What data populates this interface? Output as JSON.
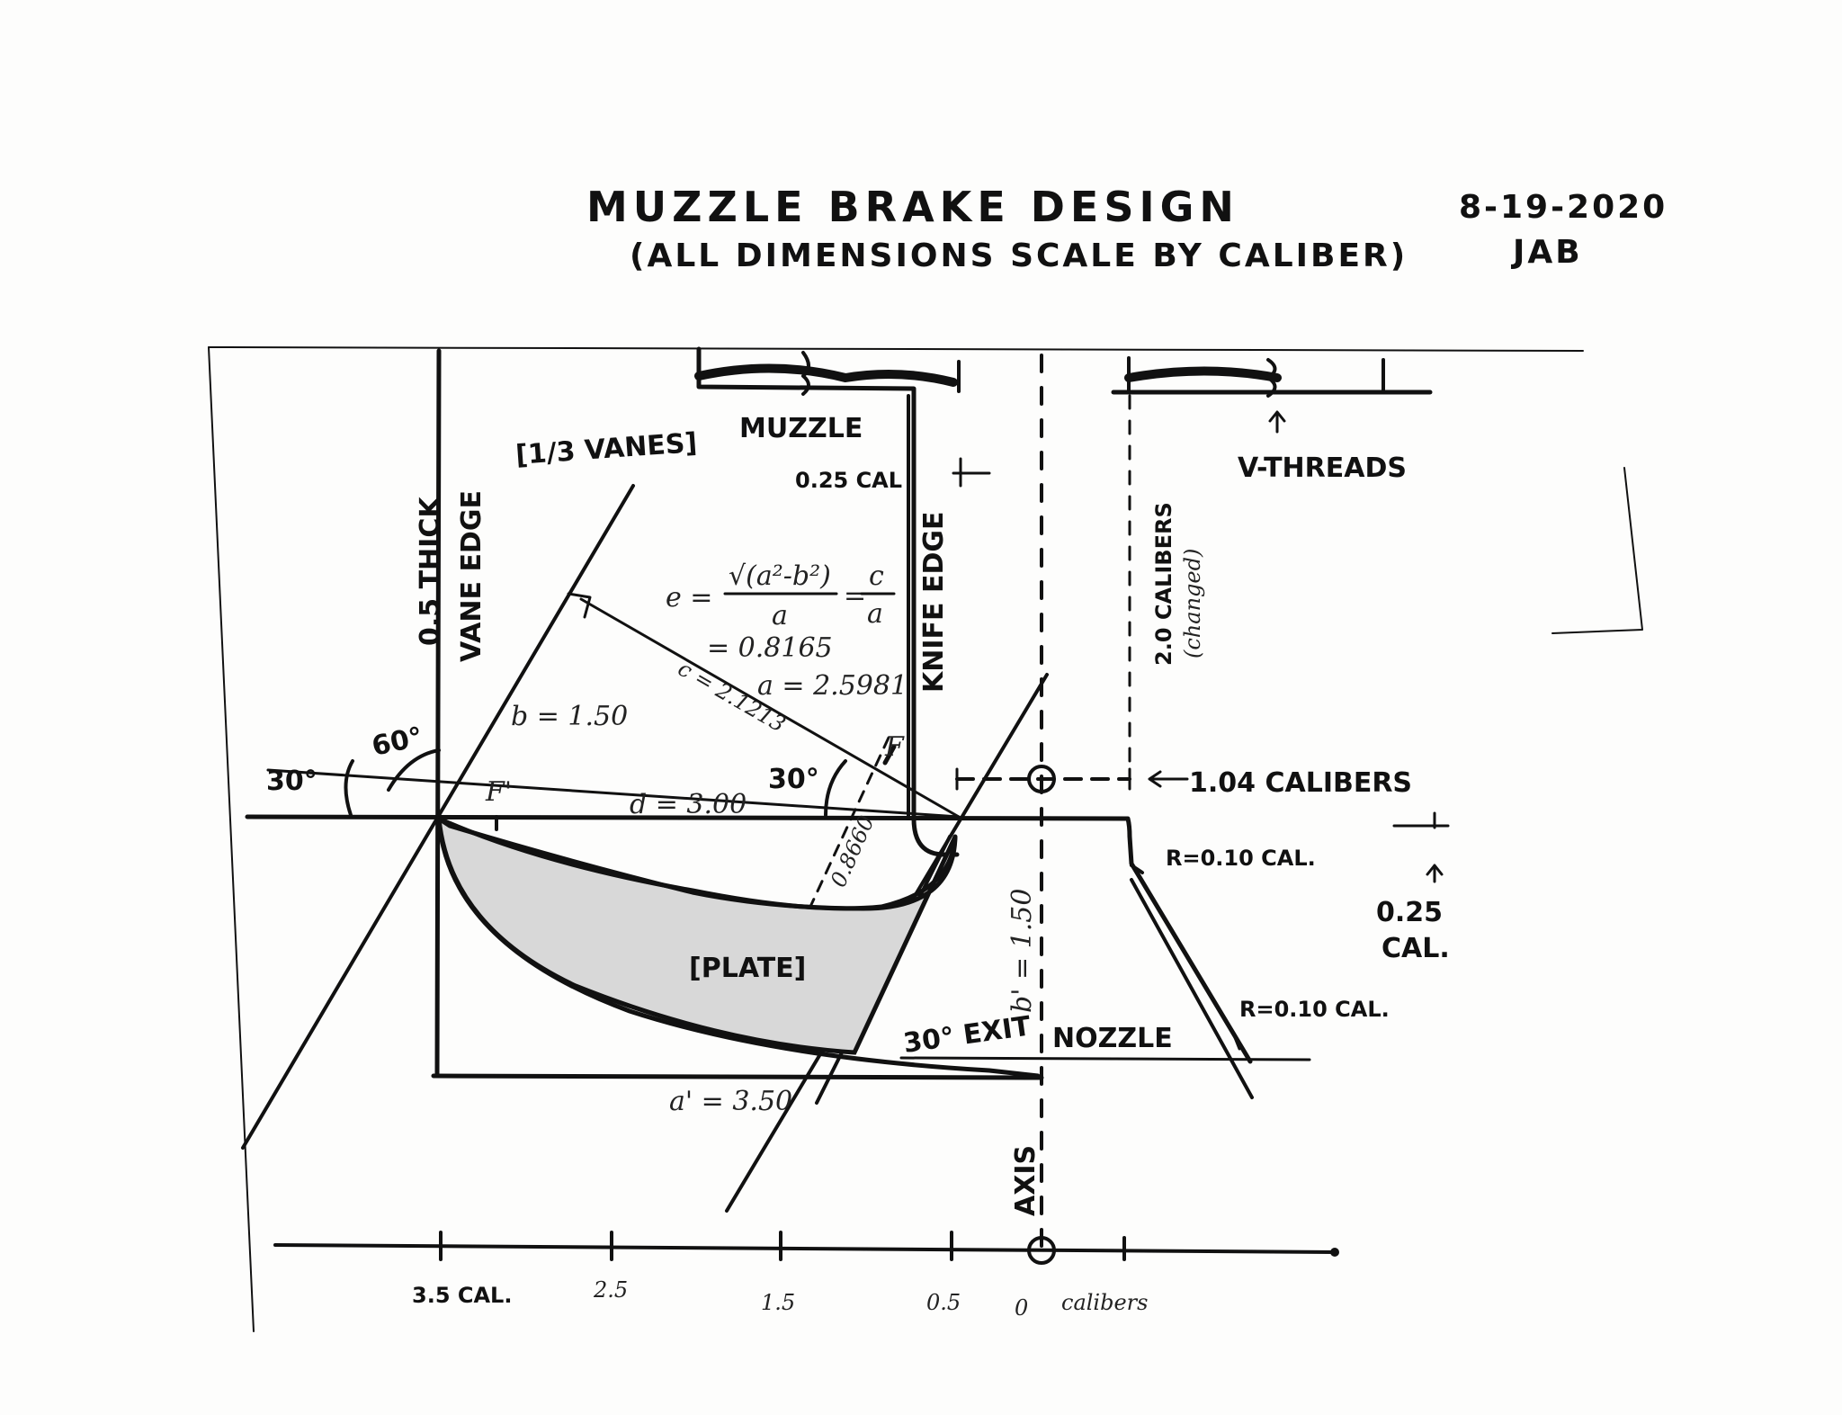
{
  "header": {
    "title": "MUZZLE BRAKE DESIGN",
    "subtitle": "(ALL DIMENSIONS SCALE BY CALIBER)",
    "date": "8-19-2020",
    "initials": "JAB"
  },
  "labels": {
    "vanes": "[1/3 VANES]",
    "muzzle": "MUZZLE",
    "thick": "0.5 THICK",
    "vane_edge": "VANE EDGE",
    "cal025": "0.25 CAL",
    "knife_edge": "KNIFE EDGE",
    "calibers_2": "2.0 CALIBERS",
    "changed": "(changed)",
    "v_threads": "V-THREADS",
    "calibers_104": "1.04 CALIBERS",
    "r_top": "R=0.10 CAL.",
    "cal025_right_1": "0.25",
    "cal025_right_2": "CAL.",
    "r_bottom": "R=0.10 CAL.",
    "nozzle": "NOZZLE",
    "exit": "30° EXIT",
    "plate": "[PLATE]",
    "axis": "AXIS",
    "f_prime": "F'",
    "f": "F"
  },
  "math": {
    "ecc_e": "e =",
    "ecc_root": "√(a²-b²)",
    "ecc_den": "a",
    "ecc_eq": "=",
    "ecc_c": "c",
    "ecc_a": "a",
    "ecc_value": "= 0.8165",
    "a_value": "a = 2.5981",
    "c_value": "c = 2.1213",
    "b_value": "b = 1.50",
    "d_value": "d = 3.00",
    "b_minor": "0.8660",
    "b_prime": "b' = 1.50",
    "a_prime": "a' = 3.50"
  },
  "angles": {
    "a30_left": "30°",
    "a60": "60°",
    "a30_mid": "30°"
  },
  "scale": {
    "ticks": [
      "3.5 CAL.",
      "2.5",
      "1.5",
      "0.5",
      "0"
    ],
    "unit": "calibers"
  }
}
